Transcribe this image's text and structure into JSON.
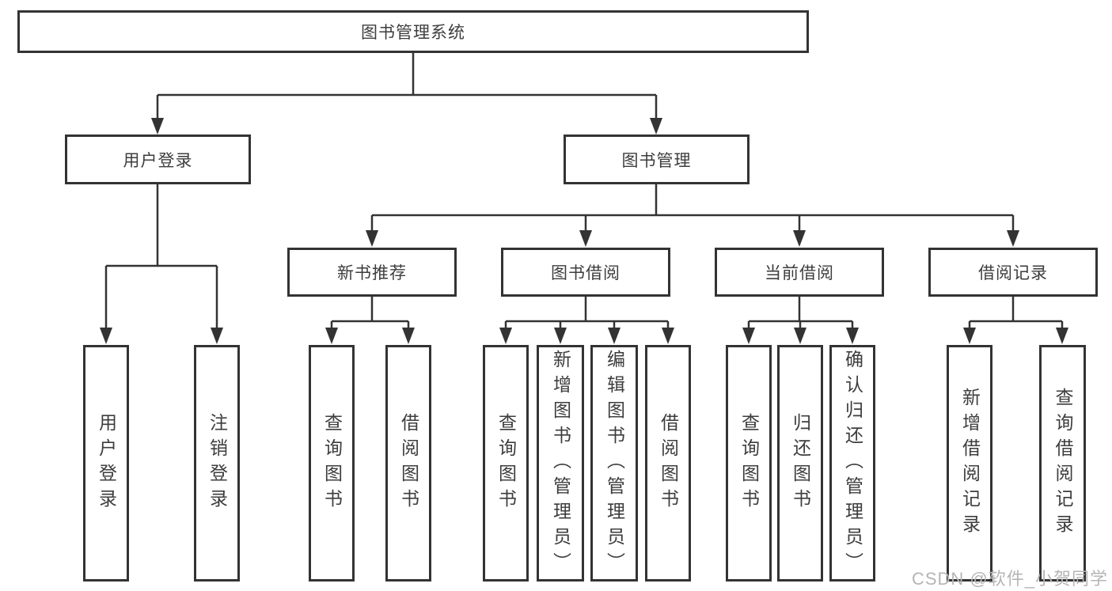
{
  "diagram": {
    "title": "图书管理系统",
    "root": {
      "label": "图书管理系统"
    },
    "branches": [
      {
        "label": "用户登录",
        "children": [
          {
            "label": "用户登录"
          },
          {
            "label": "注销登录"
          }
        ]
      },
      {
        "label": "图书管理",
        "children": [
          {
            "label": "新书推荐",
            "children": [
              {
                "label": "查询图书"
              },
              {
                "label": "借阅图书"
              }
            ]
          },
          {
            "label": "图书借阅",
            "children": [
              {
                "label": "查询图书"
              },
              {
                "label": "新增图书（管理员）"
              },
              {
                "label": "编辑图书（管理员）"
              },
              {
                "label": "借阅图书"
              }
            ]
          },
          {
            "label": "当前借阅",
            "children": [
              {
                "label": "查询图书"
              },
              {
                "label": "归还图书"
              },
              {
                "label": "确认归还（管理员）"
              }
            ]
          },
          {
            "label": "借阅记录",
            "children": [
              {
                "label": "新增借阅记录"
              },
              {
                "label": "查询借阅记录"
              }
            ]
          }
        ]
      }
    ]
  },
  "watermark": {
    "text": "CSDN @软件_小贺同学",
    "color": "#b5b5b5"
  },
  "colors": {
    "line": "#333333",
    "box_border": "#333333",
    "text": "#3d3d3d",
    "background": "#ffffff"
  }
}
